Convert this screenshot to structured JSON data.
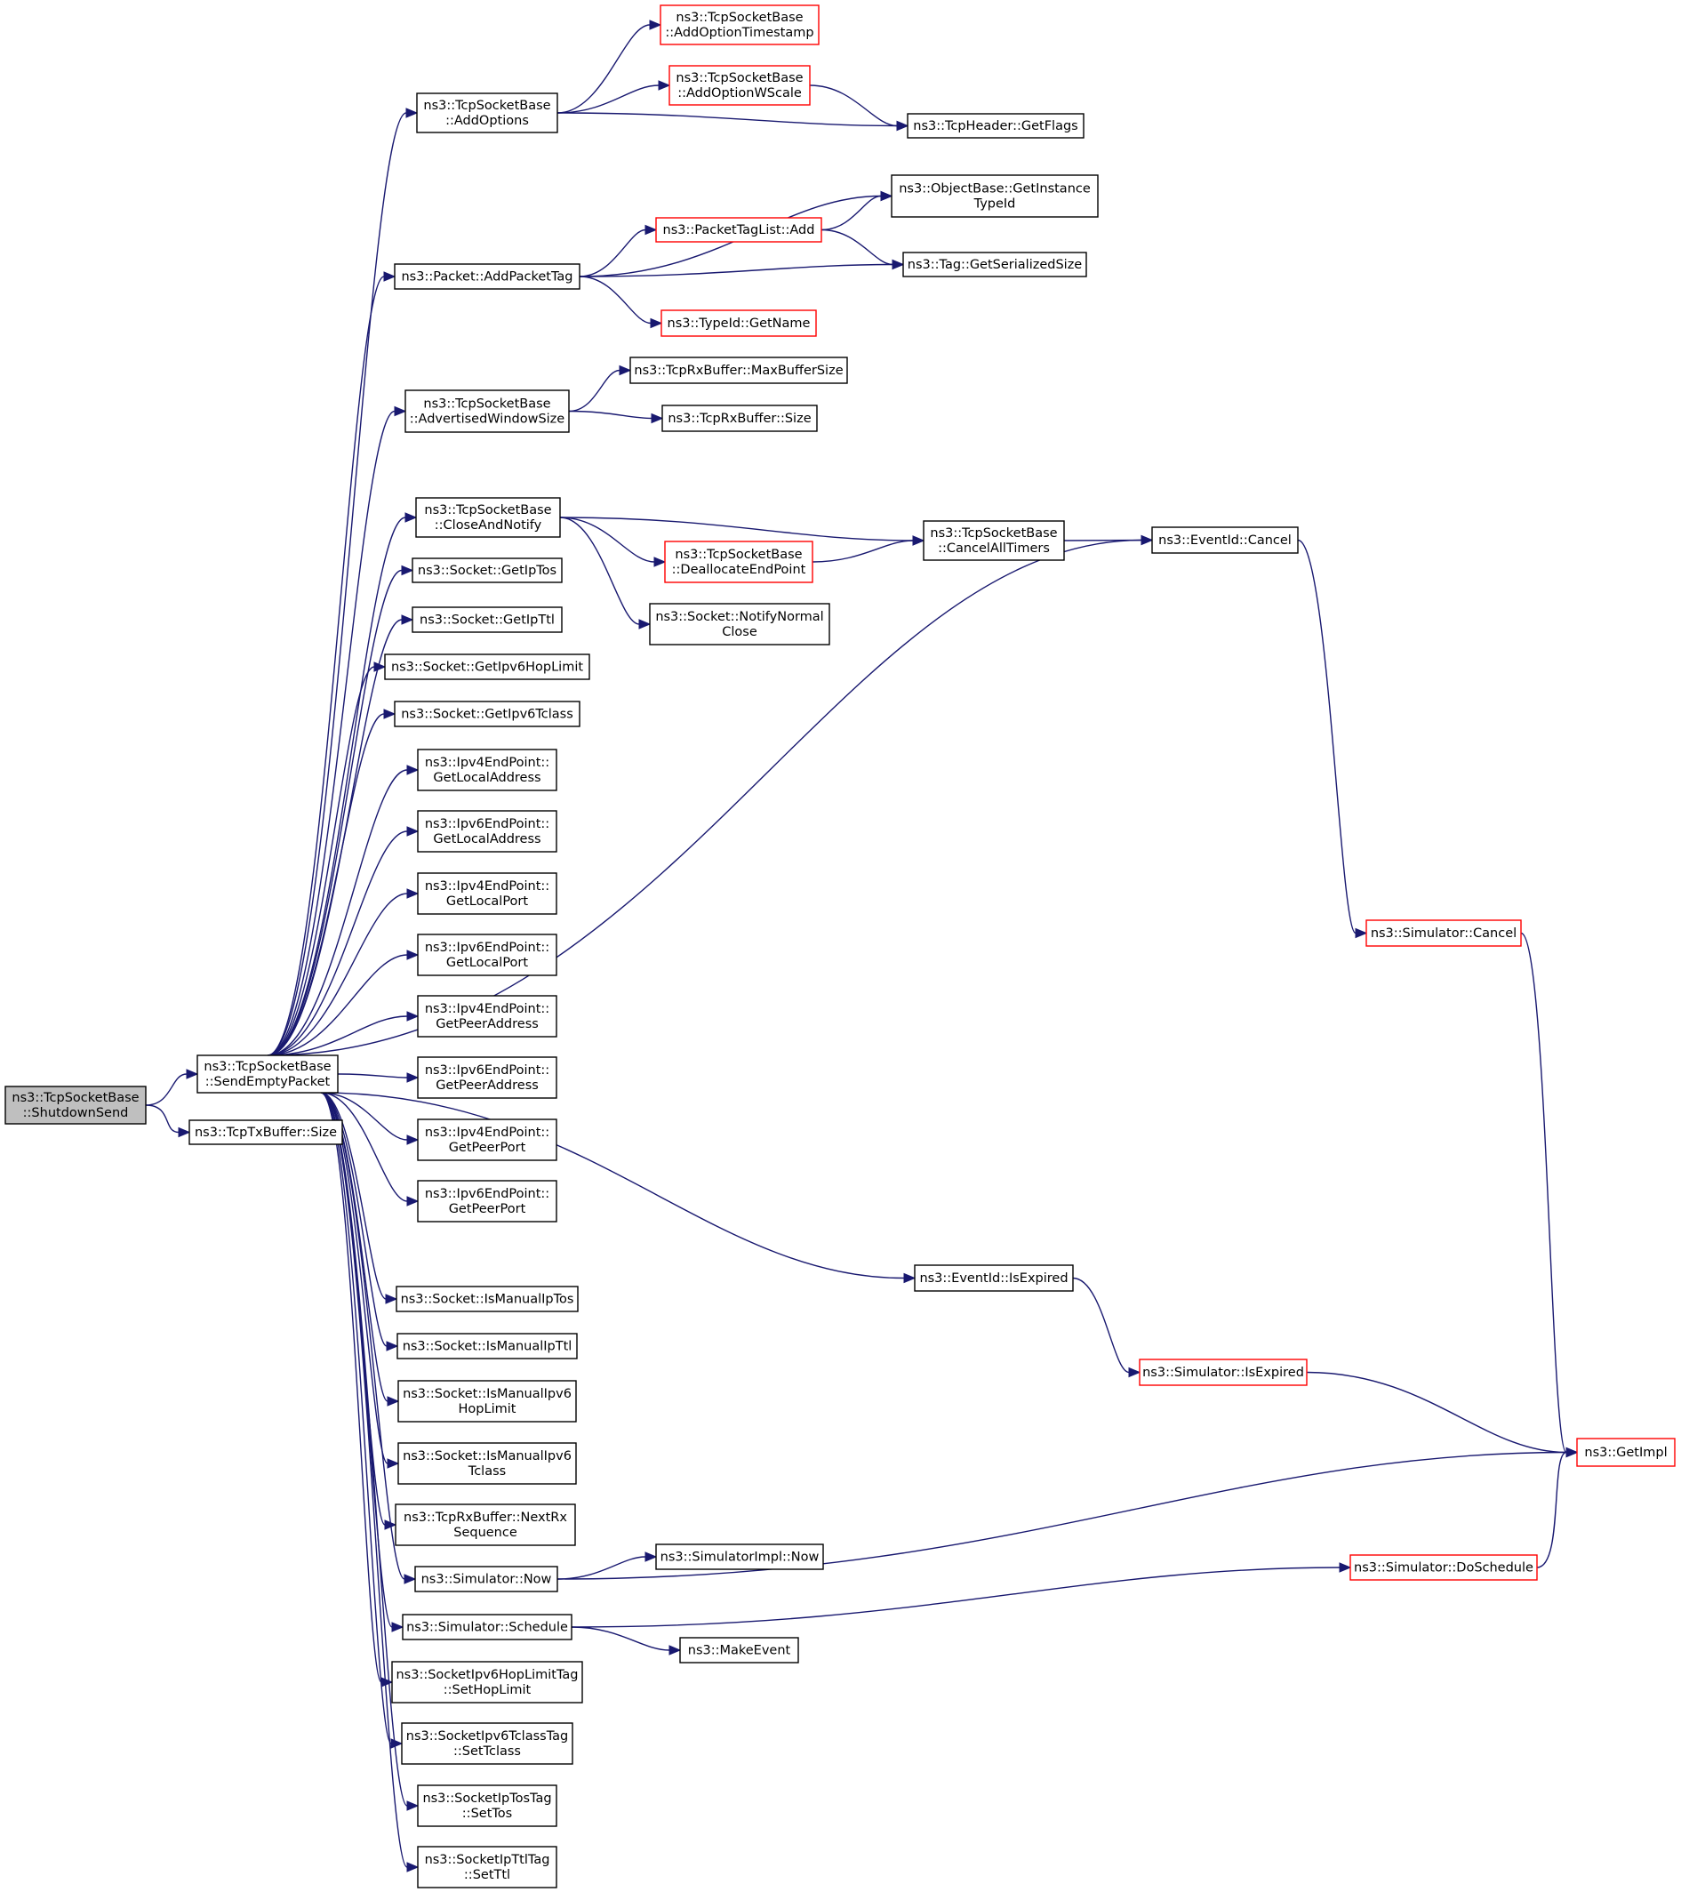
{
  "colors": {
    "edge": "#191970",
    "node_border_normal": "#000000",
    "node_border_truncated": "#ff0000",
    "node_fill_current": "#bfbfbf",
    "node_fill": "#ffffff",
    "text": "#000000"
  },
  "nodes": [
    {
      "id": "shutdownSend",
      "lines": [
        "ns3::TcpSocketBase",
        "::ShutdownSend"
      ],
      "style": "current"
    },
    {
      "id": "sendEmptyPacket",
      "lines": [
        "ns3::TcpSocketBase",
        "::SendEmptyPacket"
      ],
      "style": "normal"
    },
    {
      "id": "txSize",
      "lines": [
        "ns3::TcpTxBuffer::Size"
      ],
      "style": "normal"
    },
    {
      "id": "addOptions",
      "lines": [
        "ns3::TcpSocketBase",
        "::AddOptions"
      ],
      "style": "normal"
    },
    {
      "id": "addOptionTimestamp",
      "lines": [
        "ns3::TcpSocketBase",
        "::AddOptionTimestamp"
      ],
      "style": "truncated"
    },
    {
      "id": "addOptionWScale",
      "lines": [
        "ns3::TcpSocketBase",
        "::AddOptionWScale"
      ],
      "style": "truncated"
    },
    {
      "id": "getFlags",
      "lines": [
        "ns3::TcpHeader::GetFlags"
      ],
      "style": "normal"
    },
    {
      "id": "addPacketTag",
      "lines": [
        "ns3::Packet::AddPacketTag"
      ],
      "style": "normal"
    },
    {
      "id": "getInstanceTypeId",
      "lines": [
        "ns3::ObjectBase::GetInstance",
        "TypeId"
      ],
      "style": "normal"
    },
    {
      "id": "packetTagListAdd",
      "lines": [
        "ns3::PacketTagList::Add"
      ],
      "style": "truncated"
    },
    {
      "id": "tagGetSerializedSize",
      "lines": [
        "ns3::Tag::GetSerializedSize"
      ],
      "style": "normal"
    },
    {
      "id": "typeIdGetName",
      "lines": [
        "ns3::TypeId::GetName"
      ],
      "style": "truncated"
    },
    {
      "id": "advertisedWindowSize",
      "lines": [
        "ns3::TcpSocketBase",
        "::AdvertisedWindowSize"
      ],
      "style": "normal"
    },
    {
      "id": "maxBufferSize",
      "lines": [
        "ns3::TcpRxBuffer::MaxBufferSize"
      ],
      "style": "normal"
    },
    {
      "id": "rxSize",
      "lines": [
        "ns3::TcpRxBuffer::Size"
      ],
      "style": "normal"
    },
    {
      "id": "closeAndNotify",
      "lines": [
        "ns3::TcpSocketBase",
        "::CloseAndNotify"
      ],
      "style": "normal"
    },
    {
      "id": "cancelAllTimers",
      "lines": [
        "ns3::TcpSocketBase",
        "::CancelAllTimers"
      ],
      "style": "normal"
    },
    {
      "id": "eventIdCancel",
      "lines": [
        "ns3::EventId::Cancel"
      ],
      "style": "normal"
    },
    {
      "id": "deallocateEndPoint",
      "lines": [
        "ns3::TcpSocketBase",
        "::DeallocateEndPoint"
      ],
      "style": "truncated"
    },
    {
      "id": "notifyNormalClose",
      "lines": [
        "ns3::Socket::NotifyNormal",
        "Close"
      ],
      "style": "normal"
    },
    {
      "id": "getIpTos",
      "lines": [
        "ns3::Socket::GetIpTos"
      ],
      "style": "normal"
    },
    {
      "id": "getIpTtl",
      "lines": [
        "ns3::Socket::GetIpTtl"
      ],
      "style": "normal"
    },
    {
      "id": "getIpv6HopLimit",
      "lines": [
        "ns3::Socket::GetIpv6HopLimit"
      ],
      "style": "normal"
    },
    {
      "id": "getIpv6Tclass",
      "lines": [
        "ns3::Socket::GetIpv6Tclass"
      ],
      "style": "normal"
    },
    {
      "id": "ipv4GetLocalAddress",
      "lines": [
        "ns3::Ipv4EndPoint::",
        "GetLocalAddress"
      ],
      "style": "normal"
    },
    {
      "id": "ipv6GetLocalAddress",
      "lines": [
        "ns3::Ipv6EndPoint::",
        "GetLocalAddress"
      ],
      "style": "normal"
    },
    {
      "id": "ipv4GetLocalPort",
      "lines": [
        "ns3::Ipv4EndPoint::",
        "GetLocalPort"
      ],
      "style": "normal"
    },
    {
      "id": "ipv6GetLocalPort",
      "lines": [
        "ns3::Ipv6EndPoint::",
        "GetLocalPort"
      ],
      "style": "normal"
    },
    {
      "id": "ipv4GetPeerAddress",
      "lines": [
        "ns3::Ipv4EndPoint::",
        "GetPeerAddress"
      ],
      "style": "normal"
    },
    {
      "id": "ipv6GetPeerAddress",
      "lines": [
        "ns3::Ipv6EndPoint::",
        "GetPeerAddress"
      ],
      "style": "normal"
    },
    {
      "id": "ipv4GetPeerPort",
      "lines": [
        "ns3::Ipv4EndPoint::",
        "GetPeerPort"
      ],
      "style": "normal"
    },
    {
      "id": "ipv6GetPeerPort",
      "lines": [
        "ns3::Ipv6EndPoint::",
        "GetPeerPort"
      ],
      "style": "normal"
    },
    {
      "id": "eventIdIsExpired",
      "lines": [
        "ns3::EventId::IsExpired"
      ],
      "style": "normal"
    },
    {
      "id": "simulatorIsExpired",
      "lines": [
        "ns3::Simulator::IsExpired"
      ],
      "style": "truncated"
    },
    {
      "id": "simulatorCancel",
      "lines": [
        "ns3::Simulator::Cancel"
      ],
      "style": "truncated"
    },
    {
      "id": "getImpl",
      "lines": [
        "ns3::GetImpl"
      ],
      "style": "truncated"
    },
    {
      "id": "isManualIpTos",
      "lines": [
        "ns3::Socket::IsManualIpTos"
      ],
      "style": "normal"
    },
    {
      "id": "isManualIpTtl",
      "lines": [
        "ns3::Socket::IsManualIpTtl"
      ],
      "style": "normal"
    },
    {
      "id": "isManualIpv6HopLimit",
      "lines": [
        "ns3::Socket::IsManualIpv6",
        "HopLimit"
      ],
      "style": "normal"
    },
    {
      "id": "isManualIpv6Tclass",
      "lines": [
        "ns3::Socket::IsManualIpv6",
        "Tclass"
      ],
      "style": "normal"
    },
    {
      "id": "nextRxSequence",
      "lines": [
        "ns3::TcpRxBuffer::NextRx",
        "Sequence"
      ],
      "style": "normal"
    },
    {
      "id": "simulatorNow",
      "lines": [
        "ns3::Simulator::Now"
      ],
      "style": "normal"
    },
    {
      "id": "simulatorImplNow",
      "lines": [
        "ns3::SimulatorImpl::Now"
      ],
      "style": "normal"
    },
    {
      "id": "simulatorSchedule",
      "lines": [
        "ns3::Simulator::Schedule"
      ],
      "style": "normal"
    },
    {
      "id": "doSchedule",
      "lines": [
        "ns3::Simulator::DoSchedule"
      ],
      "style": "truncated"
    },
    {
      "id": "makeEvent",
      "lines": [
        "ns3::MakeEvent"
      ],
      "style": "normal"
    },
    {
      "id": "setHopLimit",
      "lines": [
        "ns3::SocketIpv6HopLimitTag",
        "::SetHopLimit"
      ],
      "style": "normal"
    },
    {
      "id": "setTclass",
      "lines": [
        "ns3::SocketIpv6TclassTag",
        "::SetTclass"
      ],
      "style": "normal"
    },
    {
      "id": "setTos",
      "lines": [
        "ns3::SocketIpTosTag",
        "::SetTos"
      ],
      "style": "normal"
    },
    {
      "id": "setTtl",
      "lines": [
        "ns3::SocketIpTtlTag",
        "::SetTtl"
      ],
      "style": "normal"
    }
  ],
  "edges": [
    [
      "shutdownSend",
      "sendEmptyPacket"
    ],
    [
      "shutdownSend",
      "txSize"
    ],
    [
      "sendEmptyPacket",
      "addOptions"
    ],
    [
      "sendEmptyPacket",
      "addPacketTag"
    ],
    [
      "sendEmptyPacket",
      "advertisedWindowSize"
    ],
    [
      "sendEmptyPacket",
      "eventIdCancel"
    ],
    [
      "sendEmptyPacket",
      "closeAndNotify"
    ],
    [
      "sendEmptyPacket",
      "getIpTos"
    ],
    [
      "sendEmptyPacket",
      "getIpTtl"
    ],
    [
      "sendEmptyPacket",
      "getIpv6HopLimit"
    ],
    [
      "sendEmptyPacket",
      "getIpv6Tclass"
    ],
    [
      "sendEmptyPacket",
      "ipv4GetLocalAddress"
    ],
    [
      "sendEmptyPacket",
      "ipv6GetLocalAddress"
    ],
    [
      "sendEmptyPacket",
      "ipv4GetLocalPort"
    ],
    [
      "sendEmptyPacket",
      "ipv6GetLocalPort"
    ],
    [
      "sendEmptyPacket",
      "ipv4GetPeerAddress"
    ],
    [
      "sendEmptyPacket",
      "ipv6GetPeerAddress"
    ],
    [
      "sendEmptyPacket",
      "ipv4GetPeerPort"
    ],
    [
      "sendEmptyPacket",
      "ipv6GetPeerPort"
    ],
    [
      "sendEmptyPacket",
      "eventIdIsExpired"
    ],
    [
      "sendEmptyPacket",
      "isManualIpTos"
    ],
    [
      "sendEmptyPacket",
      "isManualIpTtl"
    ],
    [
      "sendEmptyPacket",
      "isManualIpv6HopLimit"
    ],
    [
      "sendEmptyPacket",
      "isManualIpv6Tclass"
    ],
    [
      "sendEmptyPacket",
      "nextRxSequence"
    ],
    [
      "sendEmptyPacket",
      "simulatorNow"
    ],
    [
      "sendEmptyPacket",
      "simulatorSchedule"
    ],
    [
      "sendEmptyPacket",
      "setHopLimit"
    ],
    [
      "sendEmptyPacket",
      "setTclass"
    ],
    [
      "sendEmptyPacket",
      "setTos"
    ],
    [
      "sendEmptyPacket",
      "setTtl"
    ],
    [
      "addOptions",
      "addOptionTimestamp"
    ],
    [
      "addOptions",
      "addOptionWScale"
    ],
    [
      "addOptions",
      "getFlags"
    ],
    [
      "addOptionWScale",
      "getFlags"
    ],
    [
      "addPacketTag",
      "getInstanceTypeId"
    ],
    [
      "addPacketTag",
      "packetTagListAdd"
    ],
    [
      "addPacketTag",
      "tagGetSerializedSize"
    ],
    [
      "addPacketTag",
      "typeIdGetName"
    ],
    [
      "packetTagListAdd",
      "getInstanceTypeId"
    ],
    [
      "packetTagListAdd",
      "tagGetSerializedSize"
    ],
    [
      "advertisedWindowSize",
      "maxBufferSize"
    ],
    [
      "advertisedWindowSize",
      "rxSize"
    ],
    [
      "closeAndNotify",
      "cancelAllTimers"
    ],
    [
      "closeAndNotify",
      "deallocateEndPoint"
    ],
    [
      "closeAndNotify",
      "notifyNormalClose"
    ],
    [
      "deallocateEndPoint",
      "cancelAllTimers"
    ],
    [
      "cancelAllTimers",
      "eventIdCancel"
    ],
    [
      "eventIdCancel",
      "simulatorCancel"
    ],
    [
      "simulatorCancel",
      "getImpl"
    ],
    [
      "eventIdIsExpired",
      "simulatorIsExpired"
    ],
    [
      "simulatorIsExpired",
      "getImpl"
    ],
    [
      "simulatorNow",
      "getImpl"
    ],
    [
      "simulatorNow",
      "simulatorImplNow"
    ],
    [
      "simulatorSchedule",
      "doSchedule"
    ],
    [
      "simulatorSchedule",
      "makeEvent"
    ],
    [
      "doSchedule",
      "getImpl"
    ]
  ]
}
